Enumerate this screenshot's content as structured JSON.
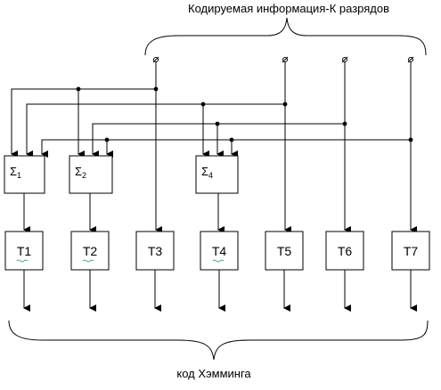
{
  "diagram": {
    "top_title": "Кодируемая информация-К разрядов",
    "bottom_title": "код Хэмминга",
    "summators": [
      {
        "id": "s1",
        "symbol": "Σ",
        "sub": "1"
      },
      {
        "id": "s2",
        "symbol": "Σ",
        "sub": "2"
      },
      {
        "id": "s4",
        "symbol": "Σ",
        "sub": "4"
      }
    ],
    "triggers": [
      {
        "id": "t1",
        "label": "T1"
      },
      {
        "id": "t2",
        "label": "T2"
      },
      {
        "id": "t3",
        "label": "T3"
      },
      {
        "id": "t4",
        "label": "T4"
      },
      {
        "id": "t5",
        "label": "T5"
      },
      {
        "id": "t6",
        "label": "T6"
      },
      {
        "id": "t7",
        "label": "T7"
      }
    ],
    "colors": {
      "line": "#000000",
      "box_fill": "#ffffff",
      "label_underline": "#2e8b57"
    }
  }
}
